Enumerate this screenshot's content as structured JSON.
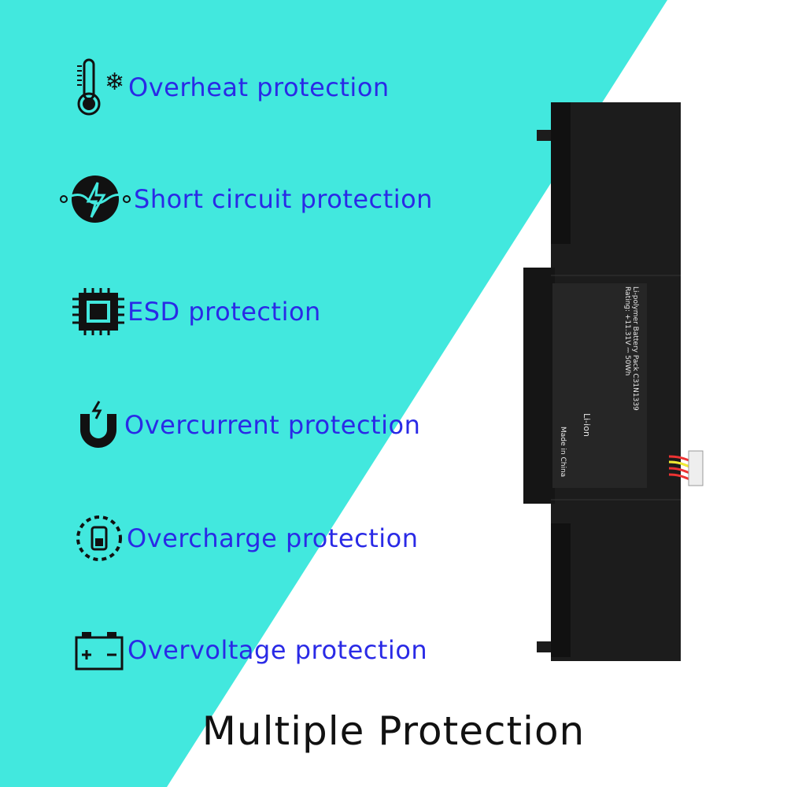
{
  "features": [
    {
      "icon": "thermometer-snowflake-icon",
      "label": "Overheat protection"
    },
    {
      "icon": "short-circuit-icon",
      "label": "Short circuit protection"
    },
    {
      "icon": "chip-icon",
      "label": "ESD protection"
    },
    {
      "icon": "magnet-icon",
      "label": "Overcurrent protection"
    },
    {
      "icon": "battery-charge-icon",
      "label": "Overcharge protection"
    },
    {
      "icon": "car-battery-icon",
      "label": "Overvoltage protection"
    }
  ],
  "title": "Multiple Protection",
  "battery_label": {
    "line1": "Li-polymer Battery Pack C31N1339",
    "line2": "Rating: +11.31V ⎓ 50Wh",
    "li_ion": "Li-ion",
    "origin": "Made in China"
  },
  "colors": {
    "teal": "#42e8de",
    "text_blue": "#2a2ae6",
    "battery": "#1c1c1c"
  }
}
